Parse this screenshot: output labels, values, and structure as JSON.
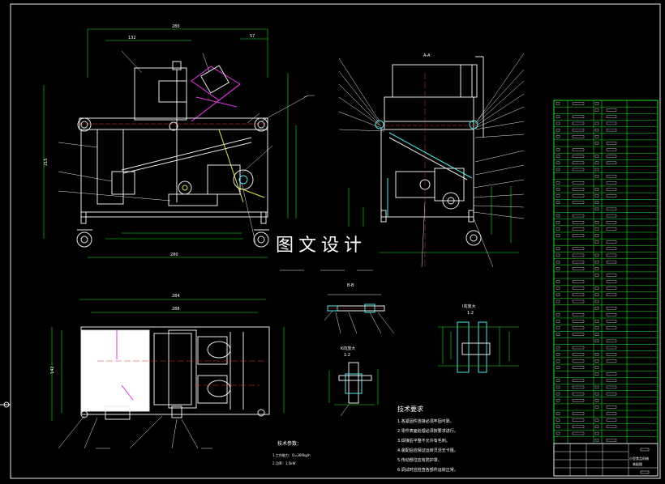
{
  "watermark": "图文设计",
  "section_label": "A-A",
  "section_label_2": "B-B",
  "detail_1": "I向放大",
  "detail_1_scale": "1:2",
  "detail_2": "K向放大",
  "detail_2_scale": "1:2",
  "tech_req_title": "技术要求",
  "tech_req_lines": [
    "1.各紧固件连接必须牢固可靠。",
    "2.零件表面处理必须按要求进行。",
    "3.焊接后平整不允许有毛刺。",
    "4.装配后应保证运转灵活无卡阻。",
    "5.传动部位应有防护罩。",
    "6.调试时应检查各部件运转正常。"
  ],
  "tech_param_title": "技术参数：",
  "tech_param_lines": [
    "1.工作能力：Q=300kg/h",
    "2.功率：1.5kW"
  ],
  "title_block": {
    "name_line1": "小型食品机械",
    "name_line2": "装配图"
  },
  "dims": {
    "front_top": "280",
    "front_inner": "132",
    "front_right": "57",
    "front_height": "215",
    "front_bottom": "280",
    "plan_top": "284",
    "plan_inner": "288",
    "plan_left": "142"
  }
}
